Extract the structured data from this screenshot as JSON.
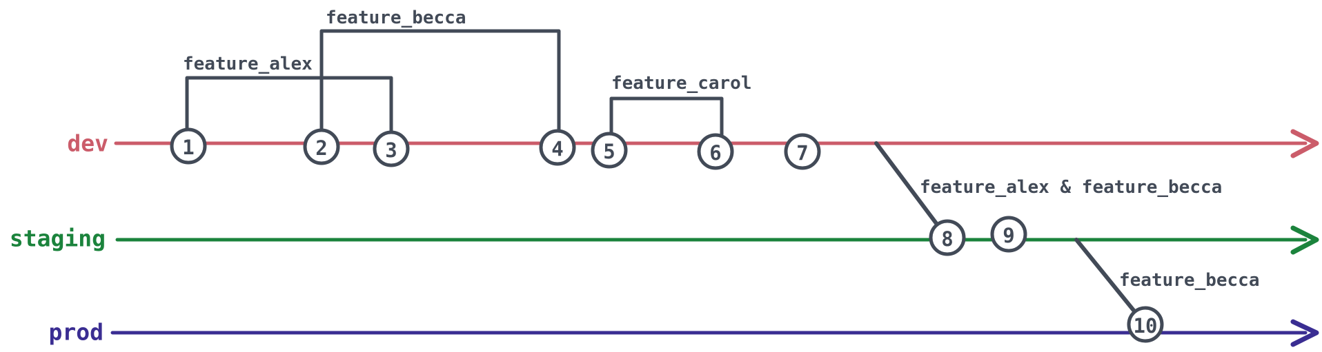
{
  "diagram": {
    "type": "git-branch-flow",
    "ink_color": "#424a57",
    "background_color": "#ffffff",
    "branches": [
      {
        "label": "dev",
        "color": "#cb5c6a"
      },
      {
        "label": "staging",
        "color": "#1b833c"
      },
      {
        "label": "prod",
        "color": "#3a2d92"
      }
    ],
    "commits": [
      "1",
      "2",
      "3",
      "4",
      "5",
      "6",
      "7",
      "8",
      "9",
      "10"
    ],
    "feature_branches": [
      {
        "label": "feature_alex",
        "from_commit": "1",
        "to_commit": "3",
        "branch": "dev"
      },
      {
        "label": "feature_becca",
        "from_commit": "2",
        "to_commit": "4",
        "branch": "dev"
      },
      {
        "label": "feature_carol",
        "from_commit": "5",
        "to_commit": "6",
        "branch": "dev"
      }
    ],
    "merges": [
      {
        "label": "feature_alex & feature_becca",
        "from_branch": "dev",
        "to_branch": "staging",
        "commit": "8"
      },
      {
        "label": "feature_becca",
        "from_branch": "staging",
        "to_branch": "prod",
        "commit": "10"
      }
    ]
  }
}
